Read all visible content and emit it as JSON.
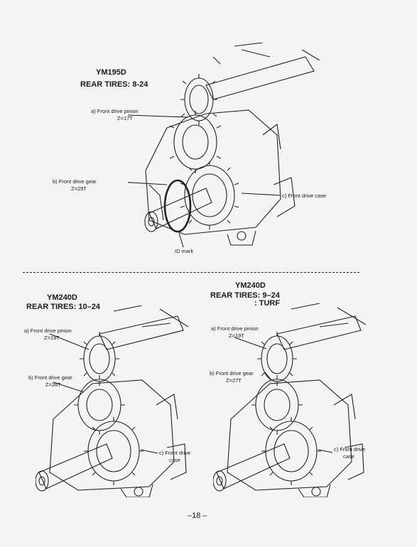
{
  "top": {
    "model": "YM195D",
    "tires": "REAR TIRES:  8-24",
    "pinion_label": "a) Front drive pinion",
    "pinion_teeth": "Z=17T",
    "gear_label": "b) Front drive gear",
    "gear_teeth": "Z=29T",
    "case_label": "c) Front drive case",
    "id_mark": "ID mark"
  },
  "left": {
    "model": "YM240D",
    "tires": "REAR TIRES:  10–24",
    "pinion_label": "a) Front drive pinion",
    "pinion_teeth": "Z=19T",
    "gear_label": "b) Front drive gear",
    "gear_teeth": "Z=26T",
    "case_label_1": "c) Front drive",
    "case_label_2": "case"
  },
  "right": {
    "model": "YM240D",
    "tires": "REAR TIRES:  9–24",
    "tires_sub": ":  TURF",
    "pinion_label": "a) Front drive pinion",
    "pinion_teeth": "Z=19T",
    "gear_label": "b) Front drive gear",
    "gear_teeth": "Z=27T",
    "case_label_1": "c) Front drive",
    "case_label_2": "case"
  },
  "footer": {
    "page_number": "–18 –"
  }
}
